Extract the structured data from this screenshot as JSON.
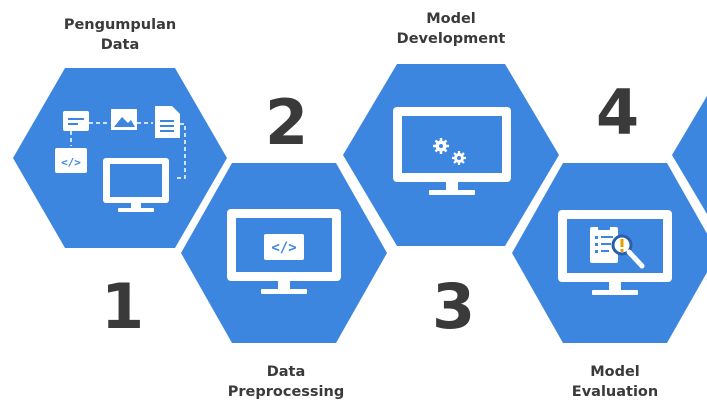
{
  "colors": {
    "hexagon": "#3d86e0",
    "icon": "#ffffff",
    "icon_dark": "#2a5fa8",
    "text": "#3a3a3a"
  },
  "steps": [
    {
      "number": "1",
      "label_line1": "Pengumpulan",
      "label_line2": "Data",
      "icon": "data-sources-icon"
    },
    {
      "number": "2",
      "label_line1": "Data",
      "label_line2": "Preprocessing",
      "icon": "code-monitor-icon"
    },
    {
      "number": "3",
      "label_line1": "Model",
      "label_line2": "Development",
      "icon": "gears-monitor-icon"
    },
    {
      "number": "4",
      "label_line1": "Model",
      "label_line2": "Evaluation",
      "icon": "clipboard-magnifier-monitor-icon"
    }
  ]
}
